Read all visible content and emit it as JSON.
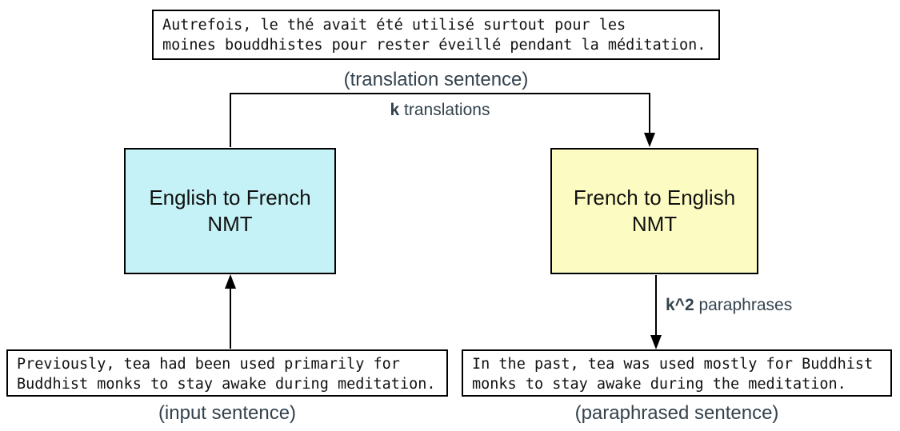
{
  "boxes": {
    "translation": {
      "text": "Autrefois, le thé avait été utilisé surtout pour les\nmoines bouddhistes pour rester éveillé pendant la méditation.",
      "caption": "(translation sentence)"
    },
    "input": {
      "text": "Previously, tea had been used primarily for\nBuddhist monks to stay awake during meditation.",
      "caption": "(input sentence)"
    },
    "paraphrased": {
      "text": "In the past, tea was used mostly for Buddhist\nmonks to stay awake during the meditation.",
      "caption": "(paraphrased sentence)"
    }
  },
  "nodes": {
    "en_to_fr": {
      "label": "English to French\nNMT",
      "fill": "#c5f2f6"
    },
    "fr_to_en": {
      "label": "French to English\nNMT",
      "fill": "#fcfcc2"
    }
  },
  "edges": {
    "k_translations": {
      "bold": "k",
      "rest": " translations"
    },
    "k2_paraphrases": {
      "bold": "k^2",
      "rest": " paraphrases"
    }
  },
  "colors": {
    "caption_text": "#33424d",
    "line": "#000000",
    "box_border": "#000000",
    "background": "#ffffff"
  }
}
